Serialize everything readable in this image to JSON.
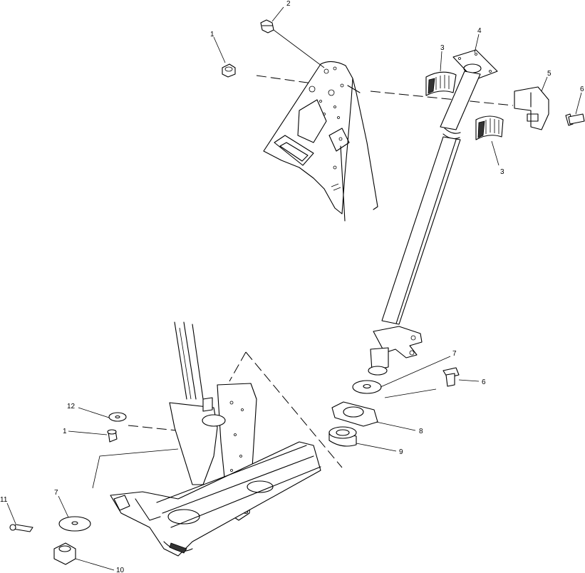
{
  "callouts": [
    {
      "id": "c1a",
      "label": "1"
    },
    {
      "id": "c2",
      "label": "2"
    },
    {
      "id": "c3a",
      "label": "3"
    },
    {
      "id": "c4",
      "label": "4"
    },
    {
      "id": "c5",
      "label": "5"
    },
    {
      "id": "c6a",
      "label": "6"
    },
    {
      "id": "c3b",
      "label": "3"
    },
    {
      "id": "c7a",
      "label": "7"
    },
    {
      "id": "c6b",
      "label": "6"
    },
    {
      "id": "c8",
      "label": "8"
    },
    {
      "id": "c9",
      "label": "9"
    },
    {
      "id": "c12",
      "label": "12"
    },
    {
      "id": "c1b",
      "label": "1"
    },
    {
      "id": "c11",
      "label": "11"
    },
    {
      "id": "c7b",
      "label": "7"
    },
    {
      "id": "c10",
      "label": "10"
    }
  ]
}
